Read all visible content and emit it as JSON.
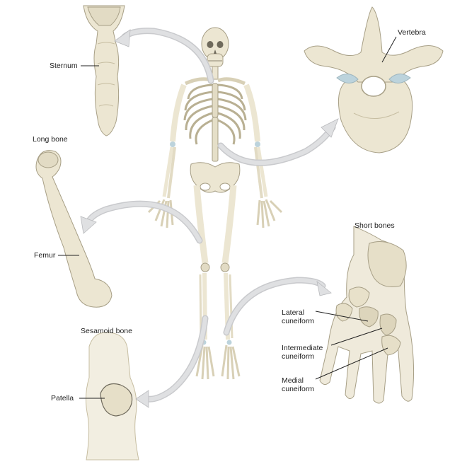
{
  "headers": {
    "long_bone": "Long bone",
    "short_bones": "Short bones",
    "sesamoid_bone": "Sesamoid bone"
  },
  "labels": {
    "sternum": "Sternum",
    "vertebra": "Vertebra",
    "femur": "Femur",
    "patella": "Patella",
    "lateral_cuneiform": "Lateral cuneiform",
    "intermediate_cuneiform": "Intermediate cuneiform",
    "medial_cuneiform": "Medial cuneiform"
  },
  "colors": {
    "bone": "#ece6d2",
    "bone_shadow": "#cfc6ab",
    "outline": "#a79f86",
    "arrow": "#d9dadc",
    "arrow_edge": "#b9babd",
    "cartilage": "#bcd3dc",
    "leader": "#222222"
  }
}
